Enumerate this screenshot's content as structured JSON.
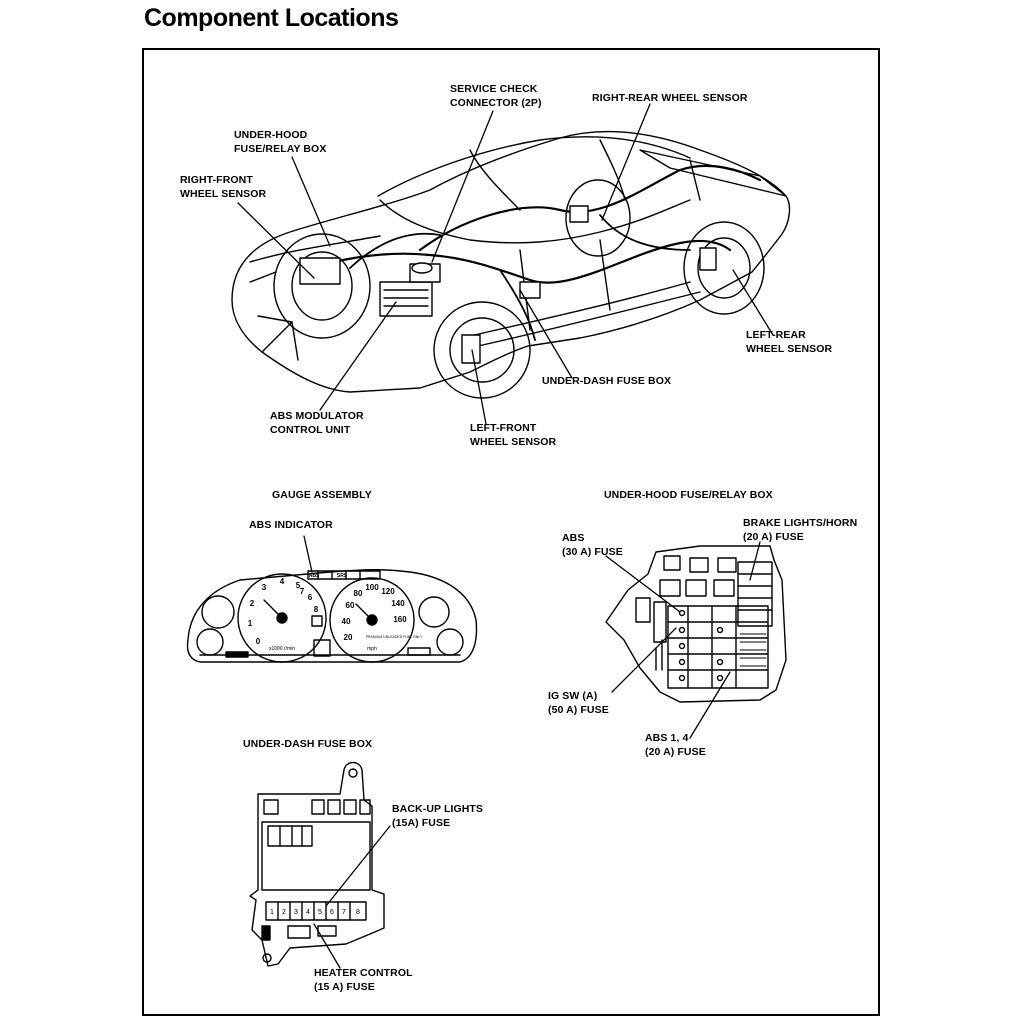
{
  "title": "Component Locations",
  "car_diagram": {
    "labels": {
      "service_check": [
        "SERVICE CHECK",
        "CONNECTOR (2P)"
      ],
      "right_rear": [
        "RIGHT-REAR WHEEL SENSOR"
      ],
      "under_hood_box": [
        "UNDER-HOOD",
        "FUSE/RELAY BOX"
      ],
      "right_front": [
        "RIGHT-FRONT",
        "WHEEL SENSOR"
      ],
      "left_rear": [
        "LEFT-REAR",
        "WHEEL SENSOR"
      ],
      "under_dash_box": [
        "UNDER-DASH FUSE BOX"
      ],
      "abs_modulator": [
        "ABS MODULATOR",
        "CONTROL UNIT"
      ],
      "left_front": [
        "LEFT-FRONT",
        "WHEEL SENSOR"
      ]
    }
  },
  "gauge_section": {
    "heading": "GAUGE ASSEMBLY",
    "abs_indicator": "ABS INDICATOR",
    "tach_numbers": [
      "0",
      "1",
      "2",
      "3",
      "4",
      "5",
      "6",
      "7",
      "8"
    ],
    "speed_numbers": [
      "20",
      "40",
      "60",
      "80",
      "100",
      "120",
      "140",
      "160"
    ],
    "small_text": [
      "x1000 r/min",
      "mph",
      "PREMIUM UNLEADED FUEL ONLY",
      "ABS",
      "SRS"
    ]
  },
  "fuse_relay_section": {
    "heading": "UNDER-HOOD FUSE/RELAY BOX",
    "labels": {
      "abs_30a": [
        "ABS",
        "(30 A) FUSE"
      ],
      "brake_horn": [
        "BRAKE LIGHTS/HORN",
        "(20 A) FUSE"
      ],
      "ig_sw": [
        "IG SW (A)",
        "(50 A) FUSE"
      ],
      "abs_14": [
        "ABS 1, 4",
        "(20 A) FUSE"
      ]
    }
  },
  "under_dash_section": {
    "heading": "UNDER-DASH FUSE BOX",
    "labels": {
      "backup": [
        "BACK-UP LIGHTS",
        "(15A) FUSE"
      ],
      "heater": [
        "HEATER CONTROL",
        "(15 A) FUSE"
      ]
    },
    "fuse_numbers": [
      "1",
      "2",
      "3",
      "4",
      "5",
      "6",
      "7",
      "8"
    ]
  }
}
